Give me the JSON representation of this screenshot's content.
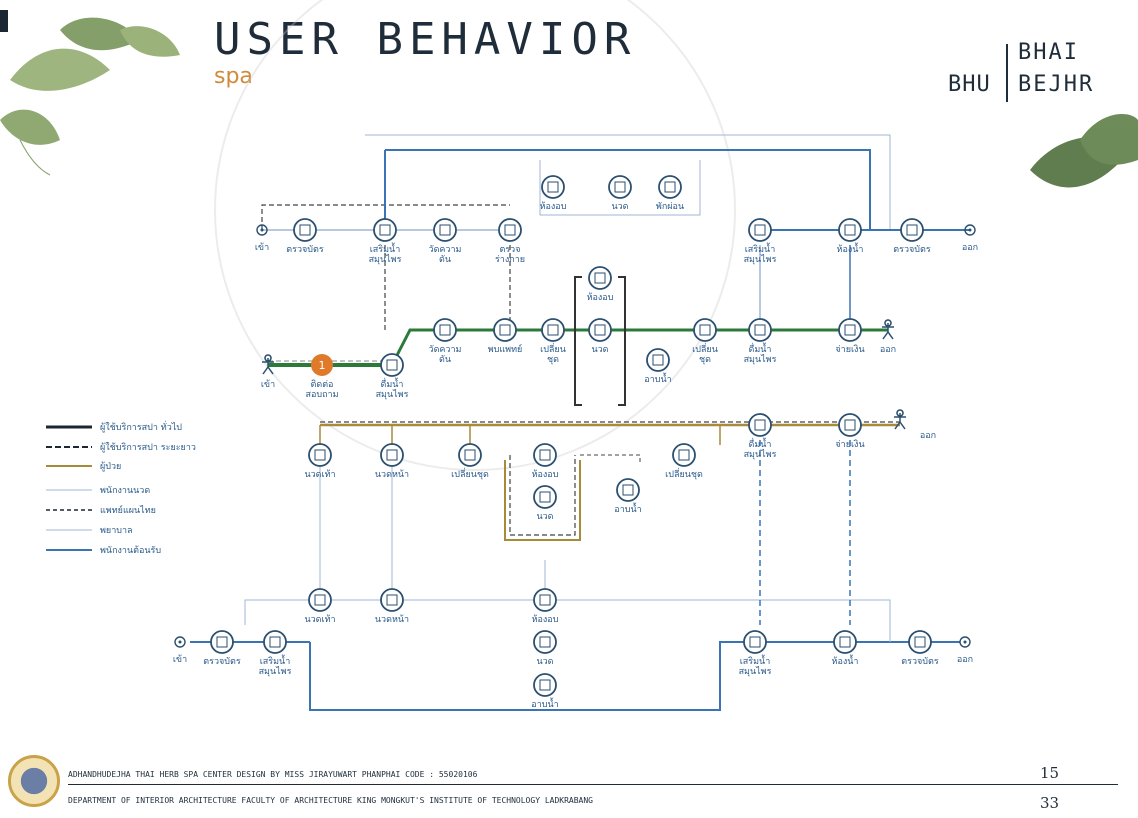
{
  "header": {
    "title": "USER BEHAVIOR",
    "subtitle": "spa",
    "brand": {
      "top": "BHAI",
      "left": "BHU",
      "right": "BEJHR"
    }
  },
  "colors": {
    "main": "#2b7a3a",
    "blue": "#3a74b5",
    "olive": "#a68b3a",
    "accent": "#e07a2b",
    "light": "#9fb7d4"
  },
  "rows": {
    "top_left": [
      {
        "label": "เข้า"
      },
      {
        "label": "ตรวจบัตร"
      },
      {
        "label": "เสริมน้ำ สมุนไพร"
      },
      {
        "label": "วัดความ ดัน"
      },
      {
        "label": "ตรวจ ร่างกาย"
      }
    ],
    "top_right": [
      {
        "label": "เสริมน้ำ สมุนไพร"
      },
      {
        "label": "ห้องน้ำ"
      },
      {
        "label": "ตรวจบัตร"
      },
      {
        "label": "ออก"
      }
    ],
    "top_icons": [
      {
        "label": "ห้องอบ"
      },
      {
        "label": "นวด"
      },
      {
        "label": "พักผ่อน"
      }
    ],
    "main": [
      {
        "label": "เข้า"
      },
      {
        "label": "ติดต่อ สอบถาม"
      },
      {
        "label": "ดื่มน้ำ สมุนไพร"
      },
      {
        "label": "วัดความ ดัน"
      },
      {
        "label": "พบแพทย์"
      },
      {
        "label": "เปลี่ยน ชุด"
      },
      {
        "label": "ห้องอบ"
      },
      {
        "label": "นวด"
      },
      {
        "label": "อาบน้ำ"
      },
      {
        "label": "เปลี่ยน ชุด"
      },
      {
        "label": "ดื่มน้ำ สมุนไพร"
      },
      {
        "label": "จ่ายเงิน"
      },
      {
        "label": "ออก"
      }
    ],
    "third": [
      {
        "label": "นวดเท้า"
      },
      {
        "label": "นวดหน้า"
      },
      {
        "label": "เปลี่ยนชุด"
      },
      {
        "label": "ห้องอบ"
      },
      {
        "label": "นวด"
      },
      {
        "label": "อาบน้ำ"
      },
      {
        "label": "เปลี่ยนชุด"
      },
      {
        "label": "ดื่มน้ำ สมุนไพร"
      },
      {
        "label": "จ่ายเงิน"
      },
      {
        "label": "ออก"
      }
    ],
    "bottom": [
      {
        "label": "เข้า"
      },
      {
        "label": "ตรวจบัตร"
      },
      {
        "label": "เสริมน้ำ สมุนไพร"
      },
      {
        "label": "นวดเท้า"
      },
      {
        "label": "นวดหน้า"
      },
      {
        "label": "ห้องอบ"
      },
      {
        "label": "นวด"
      },
      {
        "label": "อาบน้ำ"
      },
      {
        "label": "เสริมน้ำ สมุนไพร"
      },
      {
        "label": "ห้องน้ำ"
      },
      {
        "label": "ตรวจบัตร"
      },
      {
        "label": "ออก"
      }
    ]
  },
  "legend": [
    {
      "label": "ผู้ใช้บริการสปา ทั่วไป",
      "style": "solid-thick"
    },
    {
      "label": "ผู้ใช้บริการสปา ระยะยาว",
      "style": "dashed-thick"
    },
    {
      "label": "ผู้ป่วย",
      "style": "olive"
    },
    {
      "label": "พนักงานนวด",
      "style": "thin-light"
    },
    {
      "label": "แพทย์แผนไทย",
      "style": "dashed"
    },
    {
      "label": "พยาบาล",
      "style": "thin"
    },
    {
      "label": "พนักงานต้อนรับ",
      "style": "blue"
    }
  ],
  "marker": "1",
  "footer": {
    "line1": "ADHANDHUDEJHA THAI HERB SPA CENTER DESIGN BY MISS JIRAYUWART PHANPHAI CODE : 55020106",
    "line2": "DEPARTMENT OF INTERIOR ARCHITECTURE FACULTY OF ARCHITECTURE KING MONGKUT'S INSTITUTE OF TECHNOLOGY LADKRABANG",
    "page_a": "15",
    "page_b": "33"
  }
}
